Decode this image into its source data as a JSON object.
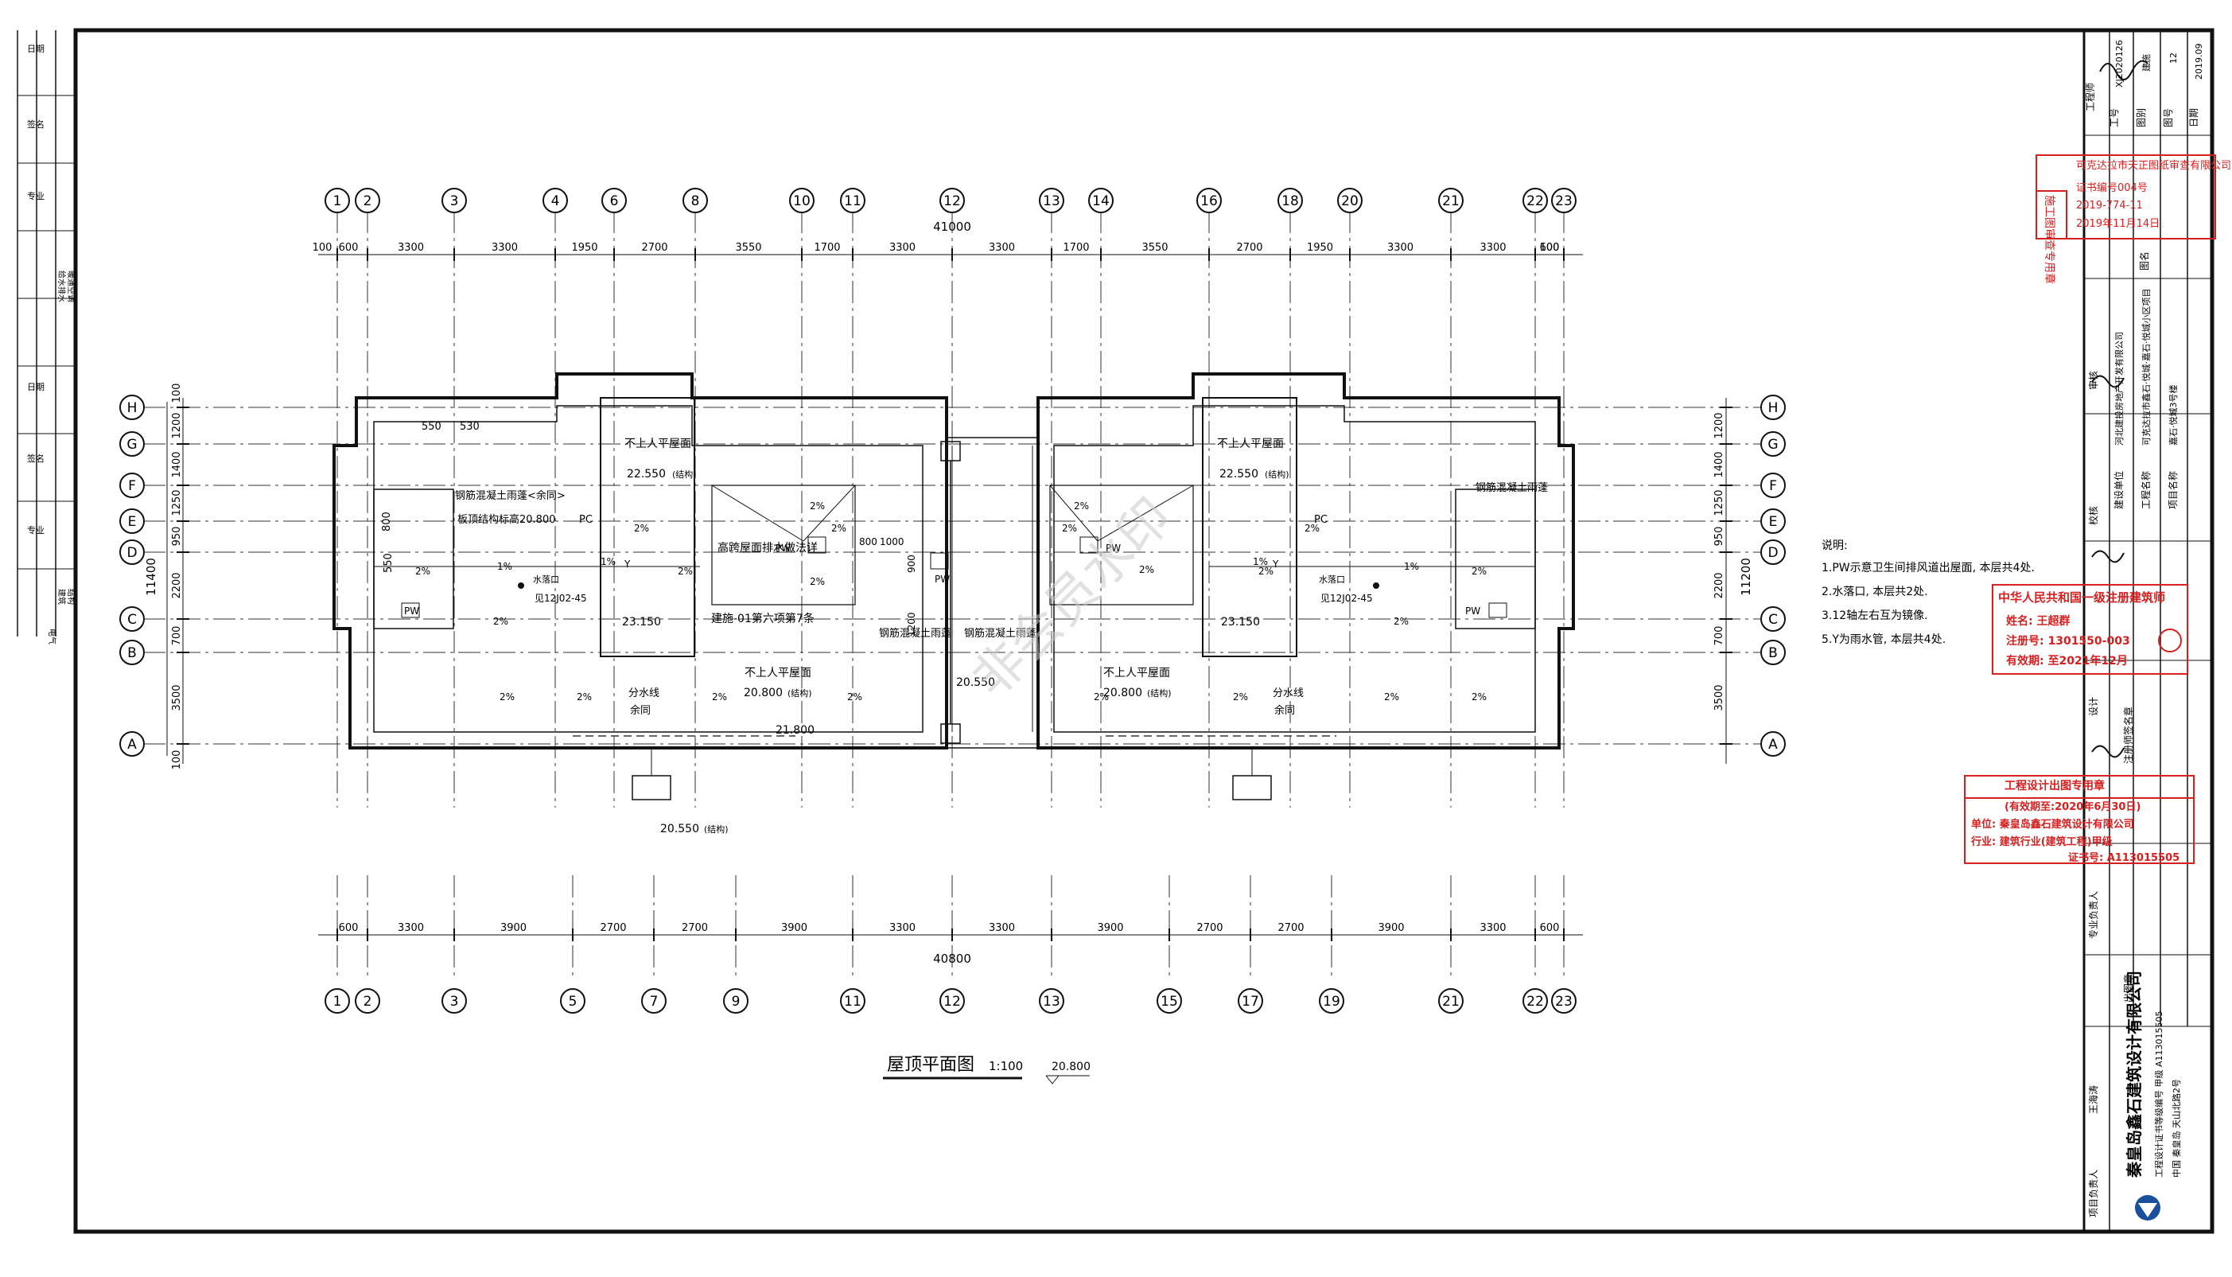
{
  "drawing": {
    "title": "屋顶平面图",
    "scale": "1:100",
    "level": "20.800",
    "top_total": "41000",
    "bottom_total": "40800",
    "left_total": "11400",
    "right_total": "11200"
  },
  "axes_top": [
    "1",
    "2",
    "3",
    "4",
    "6",
    "8",
    "10",
    "11",
    "12",
    "13",
    "14",
    "16",
    "18",
    "20",
    "21",
    "22",
    "23"
  ],
  "axes_bottom": [
    "1",
    "2",
    "3",
    "5",
    "7",
    "9",
    "11",
    "12",
    "13",
    "15",
    "17",
    "19",
    "21",
    "22",
    "23"
  ],
  "axes_rows": [
    "H",
    "G",
    "F",
    "E",
    "D",
    "C",
    "B",
    "A"
  ],
  "dims_top": [
    "100",
    "600",
    "3300",
    "3300",
    "1950",
    "2700",
    "3550",
    "1700",
    "3300",
    "3300",
    "1700",
    "3550",
    "2700",
    "1950",
    "3300",
    "3300",
    "600",
    "100"
  ],
  "dims_bottom": [
    "600",
    "3300",
    "3900",
    "2700",
    "2700",
    "3900",
    "3300",
    "3300",
    "3900",
    "2700",
    "2700",
    "3900",
    "3300",
    "600"
  ],
  "dims_left": [
    "100",
    "1200",
    "1400",
    "1250",
    "950",
    "2200",
    "700",
    "3500",
    "100"
  ],
  "dims_right": [
    "1200",
    "1400",
    "1250",
    "950",
    "2200",
    "700",
    "3500"
  ],
  "plan_labels": {
    "roof_no_access": "不上人平屋面",
    "el_22550": "22.550",
    "el_20800": "20.800",
    "el_23150": "23.150",
    "el_21800": "21.800",
    "el_20550": "20.550",
    "struct": "(结构)",
    "canopy_rc": "钢筋混凝土雨蓬",
    "canopy_same": "钢筋混凝土雨蓬<余同>",
    "slab_top": "板顶结构标高20.800",
    "pc": "PC",
    "pw": "PW",
    "y": "Y",
    "slope": "2%",
    "slope1": "1%",
    "drain": "水落口",
    "drain_ref": "见12J02-45",
    "divide": "分水线",
    "same": "余同",
    "highlow_note": "高跨屋面排水做法详",
    "highlow_ref": "建施-01第六项第7条",
    "d550": "550",
    "d530": "530",
    "d800": "800",
    "d1000": "1000",
    "d900": "900",
    "d1200": "1200"
  },
  "notes": {
    "heading": "说明:",
    "items": [
      "1.PW示意卫生间排风道出屋面, 本层共4处.",
      "2.水落口, 本层共2处.",
      "3.12轴左右互为镜像.",
      "5.Y为雨水管, 本层共4处."
    ]
  },
  "watermark": "非会员水印",
  "left_strip": {
    "col_labels": [
      "日期",
      "签名",
      "专业",
      "日期",
      "签名",
      "专业"
    ],
    "discipline_a": "给水排水",
    "discipline_b": "暖通空调",
    "discipline_c": "建筑",
    "discipline_d": "结构",
    "discipline_e": "电气"
  },
  "title_block": {
    "project_no_label": "工号",
    "project_no": "XJ2020126",
    "drawing_label": "图别",
    "drawing_type": "建施",
    "sheet_label": "图号",
    "sheet_no": "12",
    "date_label": "日期",
    "date": "2019.09",
    "engineer_label": "工程师",
    "client_label": "建设单位",
    "client": "河北建投房地产开发有限公司",
    "project_label": "工程名称",
    "project": "可克达拉市鑫石·悦城·嘉石·悦城小区项目",
    "item_label": "项目名称",
    "item": "嘉石·悦城3号楼",
    "review_label": "审核",
    "check_label": "校核",
    "design_label": "设计",
    "owner_label": "专业负责人",
    "pm_label": "项目负责人",
    "cert_reg": "注册师签名章",
    "sheet_name_label": "图名",
    "out_label": "出图章",
    "company": "秦皇岛鑫石建筑设计有限公司",
    "company_cert": "工程设计证书等级编号 甲级 A113015505",
    "company_addr": "中国 秦皇岛 天山北路2号",
    "person": "王海涛"
  },
  "stamps": {
    "review_title": "施工图审查专用章",
    "review_company": "可克达拉市天正图纸审查有限公司",
    "review_cert": "证书编号004号",
    "review_no": "2019-774-11",
    "review_date": "2019年11月14日",
    "arch_title": "中华人民共和国一级注册建筑师",
    "arch_name": "姓名: 王超群",
    "arch_reg": "注册号: 1301550-003",
    "arch_valid": "有效期: 至2021年12月",
    "design_title": "工程设计出图专用章",
    "design_valid": "(有效期至:2020年6月30日)",
    "design_unit": "单位: 秦皇岛鑫石建筑设计有限公司",
    "design_trade": "行业: 建筑行业(建筑工程)甲级",
    "design_cert": "证书号: A113015505"
  }
}
